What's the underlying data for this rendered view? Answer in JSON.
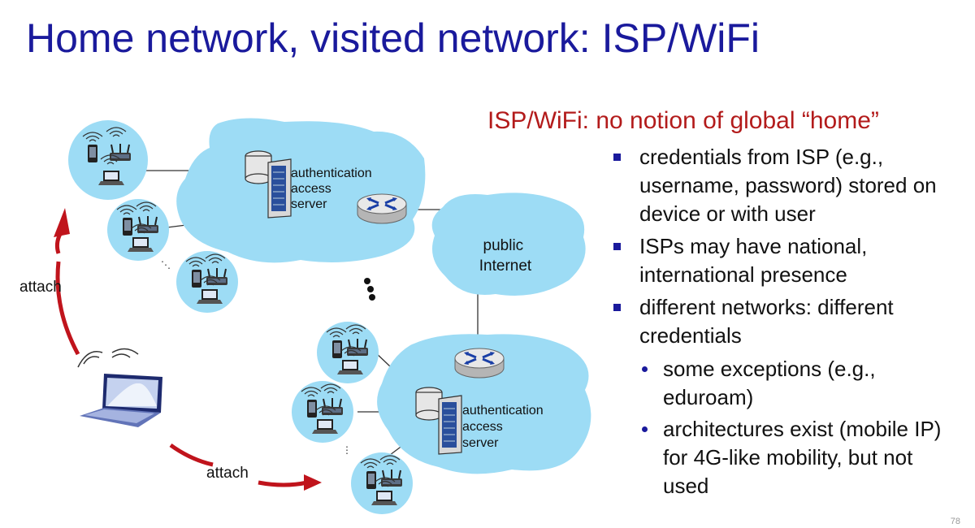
{
  "title": "Home network, visited network: ISP/WiFi",
  "subtitle": "ISP/WiFi: no notion of global  “home”",
  "bullets": [
    "credentials from ISP (e.g., username, password) stored on device or with user",
    "ISPs may have national, international presence",
    "different networks: different credentials"
  ],
  "sub_bullets": [
    "some exceptions (e.g., eduroam)",
    "architectures exist (mobile IP) for 4G-like mobility, but not used"
  ],
  "diagram": {
    "top_server_lines": [
      "authentication",
      "access",
      "server"
    ],
    "bottom_server_lines": [
      "authentication",
      "access",
      "server"
    ],
    "internet_lines": [
      "public",
      "Internet"
    ],
    "attach_left": "attach",
    "attach_bottom": "attach"
  },
  "colors": {
    "title": "#1a1a9c",
    "subtitle": "#b31b1b",
    "cloud": "#9ddcf5",
    "arrow": "#c0141c"
  },
  "page_number": "78"
}
